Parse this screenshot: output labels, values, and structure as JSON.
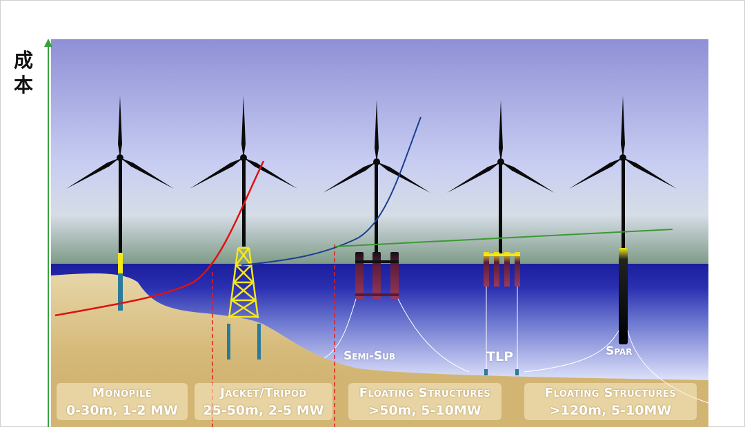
{
  "axis": {
    "y_label_line1": "成",
    "y_label_line2": "本"
  },
  "structure_labels": {
    "semi_sub": "Semi-Sub",
    "tlp": "TLP",
    "spar": "Spar"
  },
  "categories": [
    {
      "title": "Monopile",
      "range": "0-30m, 1-2 MW"
    },
    {
      "title": "Jacket/Tripod",
      "range": "25-50m, 2-5 MW"
    },
    {
      "title": "Floating Structures",
      "range": ">50m, 5-10MW"
    },
    {
      "title": "Floating Structures",
      "range": ">120m, 5-10MW"
    }
  ],
  "colors": {
    "cost_curve_monopile": "#e01010",
    "cost_curve_jacket": "#1a3f8f",
    "cost_curve_floating": "#3a9a30",
    "depth_divider": "#e02020",
    "axis": "#3aa040",
    "sea": "#1a1f9a",
    "seabed": "#d8bd7a",
    "tower_top": "#f5e81a",
    "foundation": "#2a7a99"
  }
}
